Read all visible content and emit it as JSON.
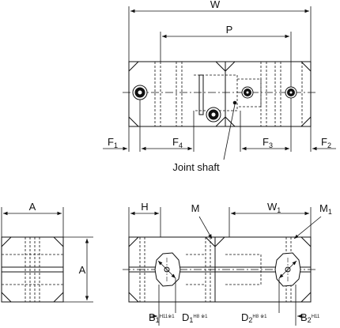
{
  "labels": {
    "W": "W",
    "P": "P",
    "F1": "F",
    "F1_sub": "1",
    "F4": "F",
    "F4_sub": "4",
    "F3": "F",
    "F3_sub": "3",
    "F2": "F",
    "F2_sub": "2",
    "joint_shaft": "Joint shaft",
    "A_top": "A",
    "A_side": "A",
    "H": "H",
    "M": "M",
    "W1": "W",
    "W1_sub": "1",
    "M1": "M",
    "M1_sub": "1",
    "B1": "B",
    "B1_sub": "1",
    "B1_sup": "H11",
    "B1_star": "※1",
    "D1": "D",
    "D1_sub": "1",
    "D1_sup": "H8",
    "D1_star": "※1",
    "D2": "D",
    "D2_sub": "2",
    "D2_sup": "H8",
    "D2_star": "※1",
    "B2": "B",
    "B2_sub": "2",
    "B2_sup": "H11"
  },
  "colors": {
    "line": "#111111",
    "hatch": "#555555",
    "body": "#ffffff"
  }
}
